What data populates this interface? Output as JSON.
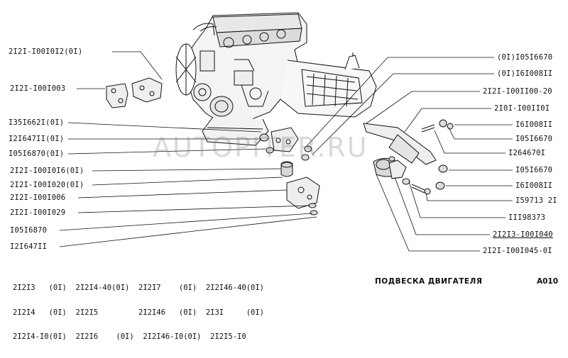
{
  "watermark": "AUTOPITER.RU",
  "labels_left": [
    {
      "text": "2I2I-I00I0I2(0I)"
    },
    {
      "text": "2I2I-I00I003"
    },
    {
      "text": "I35I662I(0I)"
    },
    {
      "text": "I2I647II(0I)"
    },
    {
      "text": "I05I6870(0I)"
    },
    {
      "text": "2I2I-I00I0I6(0I)"
    },
    {
      "text": "2I2I-I00I020(0I)"
    },
    {
      "text": "2I2I-I00I006"
    },
    {
      "text": "2I2I-I00I029"
    },
    {
      "text": "I05I6870"
    },
    {
      "text": "I2I647II"
    }
  ],
  "labels_right": [
    {
      "text": "(0I)I05I6670"
    },
    {
      "text": "(0I)I6I008II"
    },
    {
      "text": "2I2I-I00II00-20"
    },
    {
      "text": "2I0I-I00II0I"
    },
    {
      "text": "I6I008II"
    },
    {
      "text": "I05I6670"
    },
    {
      "text": "I264670I"
    },
    {
      "text": "I05I6670"
    },
    {
      "text": "I6I008II"
    },
    {
      "text": "I59713 2I"
    },
    {
      "text": "III98373"
    },
    {
      "text": "2I2I3-I00I040"
    },
    {
      "text": "2I2I-I00I045-0I"
    }
  ],
  "models": [
    "2I2I3   (0I)  2I2I4-40(0I)  2I2I7    (0I)  2I2I46-40(0I)",
    "2I2I4   (0I)  2I2I5         2I2I46   (0I)  2I3I     (0I)",
    "2I2I4-I0(0I)  2I2I6    (0I)  2I2I46-I0(0I)  2I2I5-I0"
  ],
  "caption": "ПОДВЕСКА ДВИГАТЕЛЯ",
  "page_code": "A010",
  "colors": {
    "ink": "#111111",
    "watermark": "#8a8a8a"
  }
}
